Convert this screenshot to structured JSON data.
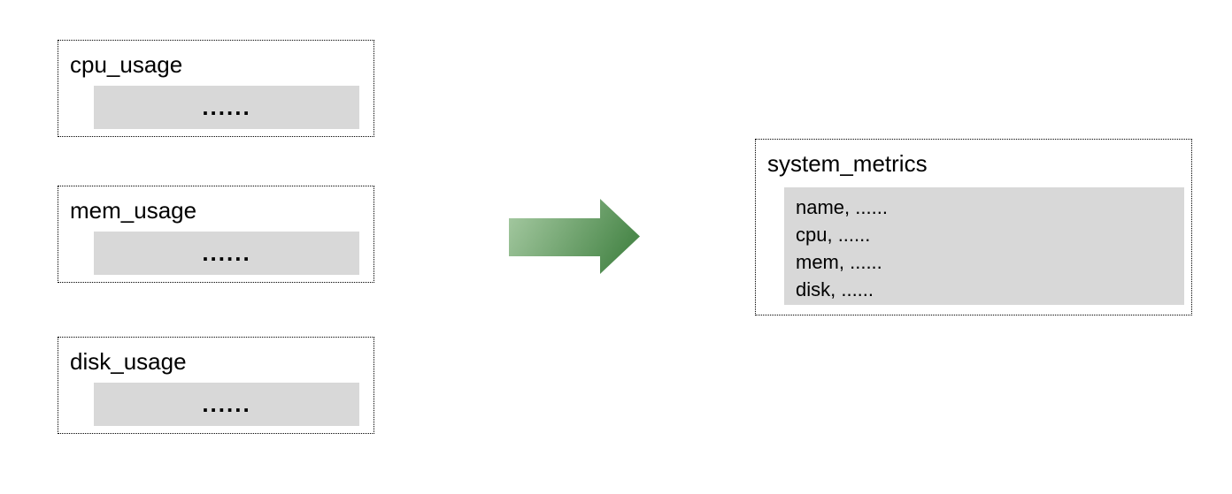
{
  "diagram": {
    "sources": [
      {
        "title": "cpu_usage",
        "content": "......"
      },
      {
        "title": "mem_usage",
        "content": "......"
      },
      {
        "title": "disk_usage",
        "content": "......"
      }
    ],
    "result": {
      "title": "system_metrics",
      "rows": [
        "name, ......",
        "cpu, ......",
        "mem, ......",
        "disk, ......"
      ]
    },
    "arrow": {
      "icon": "right-arrow-icon",
      "gradient_start": "#a9cca5",
      "gradient_end": "#4c894c"
    },
    "colors": {
      "panel_gray": "#d8d8d8",
      "border": "#000000",
      "background": "#ffffff"
    }
  }
}
